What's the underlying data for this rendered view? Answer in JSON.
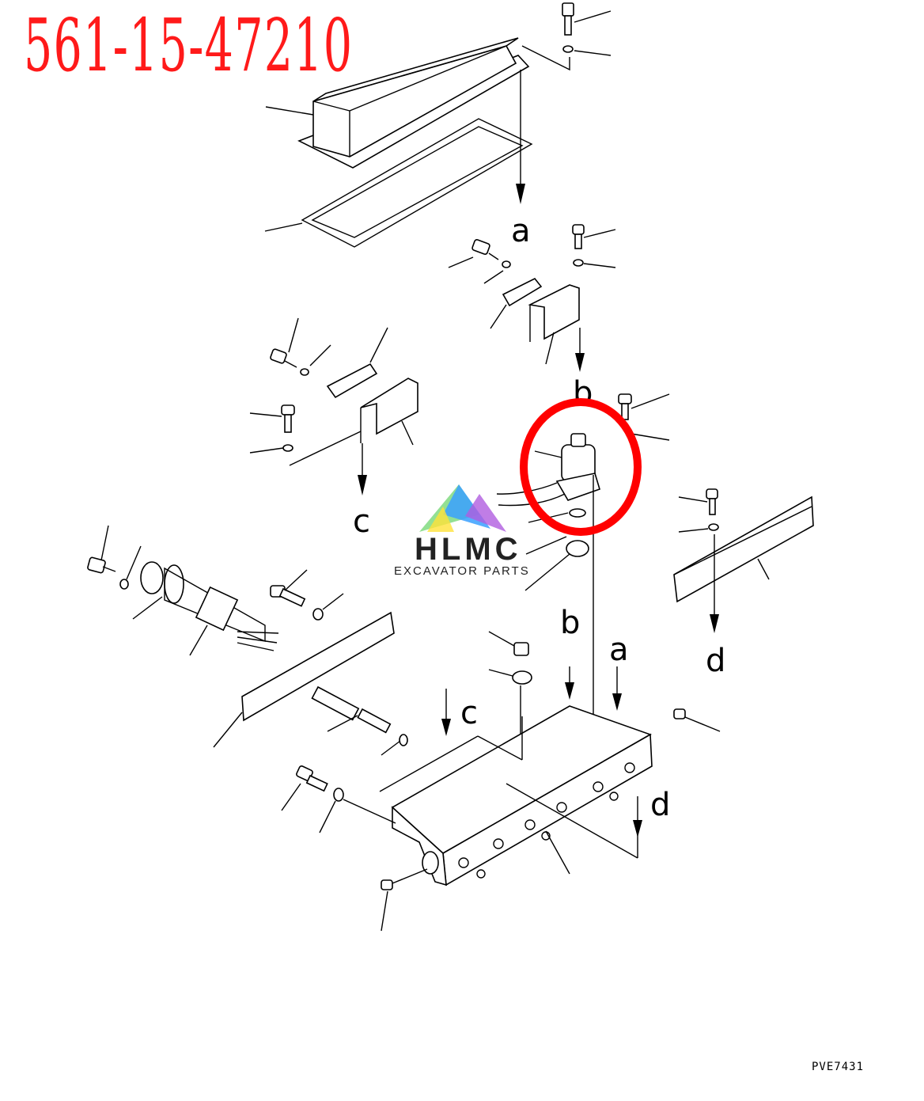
{
  "header": {
    "part_number": "561-15-47210"
  },
  "footer": {
    "drawing_code": "PVE7431"
  },
  "watermark": {
    "brand": "HLMC",
    "tagline": "EXCAVATOR PARTS"
  },
  "callouts": [
    "a",
    "a",
    "b",
    "b",
    "c",
    "c",
    "d",
    "d"
  ],
  "highlight": {
    "color": "#ff0000",
    "target": "solenoid-valve"
  },
  "colors": {
    "part_number": "#ff1a1a",
    "line": "#000000"
  }
}
